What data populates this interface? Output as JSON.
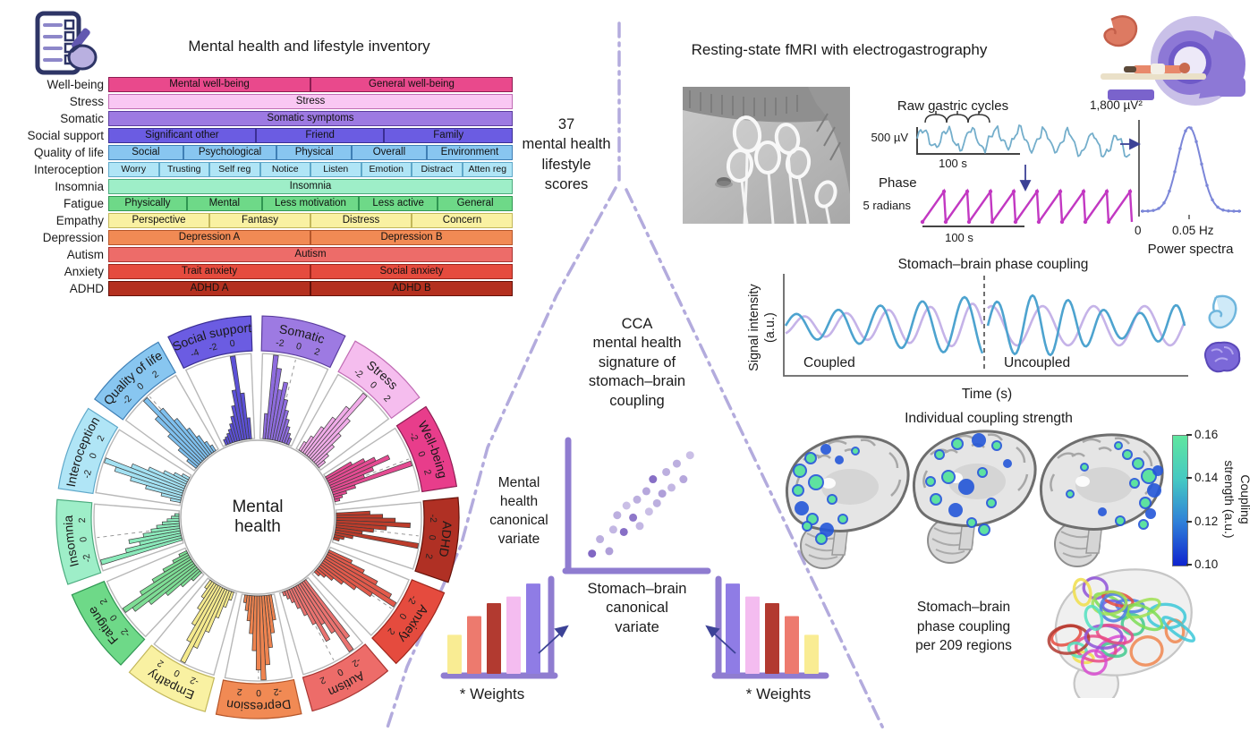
{
  "inventory": {
    "title": "Mental health and lifestyle inventory",
    "rows": [
      {
        "label": "Well-being",
        "color": "#E9498C",
        "border": "#8C1D52",
        "cells": [
          "Mental well-being",
          "General well-being"
        ],
        "spans": [
          1,
          1
        ]
      },
      {
        "label": "Stress",
        "color": "#F9C7F3",
        "border": "#C06CB4",
        "cells": [
          "Stress"
        ],
        "spans": [
          1
        ]
      },
      {
        "label": "Somatic",
        "color": "#9D7AE2",
        "border": "#5B3D9E",
        "cells": [
          "Somatic symptoms"
        ],
        "spans": [
          1
        ]
      },
      {
        "label": "Social support",
        "color": "#6B5CE2",
        "border": "#3B2F94",
        "cells": [
          "Significant other",
          "Friend",
          "Family"
        ],
        "spans": [
          1.15,
          1,
          1
        ]
      },
      {
        "label": "Quality of life",
        "color": "#88C6F0",
        "border": "#3F7FB5",
        "cells": [
          "Social",
          "Psychological",
          "Physical",
          "Overall",
          "Environment"
        ],
        "spans": [
          1,
          1.25,
          1,
          1,
          1.15
        ]
      },
      {
        "label": "Interoception",
        "color": "#B0E5F6",
        "border": "#5FA8C9",
        "cells": [
          "Worry",
          "Trusting",
          "Self reg",
          "Notice",
          "Listen",
          "Emotion",
          "Distract",
          "Atten reg"
        ],
        "spans": [
          1,
          1,
          1,
          1,
          1,
          1,
          1,
          1
        ]
      },
      {
        "label": "Insomnia",
        "color": "#9EEEC8",
        "border": "#4BAB7E",
        "cells": [
          "Insomnia"
        ],
        "spans": [
          1
        ]
      },
      {
        "label": "Fatigue",
        "color": "#6ED988",
        "border": "#2F9652",
        "cells": [
          "Physically",
          "Mental",
          "Less motivation",
          "Less active",
          "General"
        ],
        "spans": [
          1.05,
          1,
          1.3,
          1.05,
          1
        ]
      },
      {
        "label": "Empathy",
        "color": "#F9F1A2",
        "border": "#C2B75A",
        "cells": [
          "Perspective",
          "Fantasy",
          "Distress",
          "Concern"
        ],
        "spans": [
          1,
          1,
          1,
          1
        ]
      },
      {
        "label": "Depression",
        "color": "#F18A54",
        "border": "#B5562A",
        "cells": [
          "Depression A",
          "Depression B"
        ],
        "spans": [
          1,
          1
        ]
      },
      {
        "label": "Autism",
        "color": "#ED6C69",
        "border": "#A83532",
        "cells": [
          "Autism"
        ],
        "spans": [
          1
        ]
      },
      {
        "label": "Anxiety",
        "color": "#E54B3E",
        "border": "#9E261C",
        "cells": [
          "Trait anxiety",
          "Social anxiety"
        ],
        "spans": [
          1,
          1
        ]
      },
      {
        "label": "ADHD",
        "color": "#B4301F",
        "border": "#641109",
        "cells": [
          "ADHD A",
          "ADHD B"
        ],
        "spans": [
          1,
          1
        ]
      }
    ]
  },
  "funnel": {
    "scores_note": "37\nmental health\nlifestyle\nscores"
  },
  "egg": {
    "section_title": "Resting-state fMRI with electrogastrography"
  },
  "coupling": {
    "title": "Stomach–brain phase coupling",
    "ylabel": "Signal intensity\n(a.u.)",
    "xlabel": "Time (s)"
  },
  "individual": {
    "title": "Individual coupling strength",
    "colorbar_ticks": [
      "0.16",
      "0.14",
      "0.12",
      "0.10"
    ],
    "colorbar_label": "Coupling\nstrength (a.u.)"
  },
  "regions": {
    "note": "Stomach–brain\nphase coupling\nper 209 regions"
  },
  "cca": {
    "title": "CCA\nmental health\nsignature of\nstomach–brain\ncoupling",
    "mh_variate": "Mental\nhealth\ncanonical\nvariate",
    "sb_variate": "Stomach–brain\ncanonical\nvariate"
  },
  "chart_data": [
    {
      "id": "mental-health-circular-histogram",
      "type": "bar",
      "subtype": "circular-histogram",
      "center_label": "Mental\nhealth",
      "start_angle_deg": -28,
      "sectors": [
        {
          "name": "Social support",
          "color": "#6B5CE2",
          "bar_color": "#5B50D6",
          "border": "#3B2F94",
          "ticks": [
            "-4",
            "-2",
            "0"
          ],
          "tick_fracs": [
            0.15,
            0.47,
            0.8
          ],
          "zero_frac": 0.8,
          "values": [
            0.07,
            0.09,
            0.12,
            0.16,
            0.22,
            0.3,
            0.42,
            0.6,
            1.0,
            0.55,
            0.25
          ]
        },
        {
          "name": "Somatic",
          "color": "#9D7AE2",
          "bar_color": "#8E6CDE",
          "border": "#5B3D9E",
          "ticks": [
            "-2",
            "0",
            "2"
          ],
          "tick_fracs": [
            0.18,
            0.5,
            0.82
          ],
          "zero_frac": 0.5,
          "values": [
            0.3,
            1.0,
            0.85,
            0.6,
            0.7,
            0.5,
            0.38,
            0.28,
            0.2,
            0.13,
            0.08
          ]
        },
        {
          "name": "Stress",
          "color": "#F5BDEE",
          "bar_color": "#F0ACE8",
          "border": "#C06CB4",
          "ticks": [
            "-2",
            "0",
            "2"
          ],
          "tick_fracs": [
            0.18,
            0.5,
            0.82
          ],
          "zero_frac": 0.5,
          "values": [
            0.12,
            0.22,
            0.38,
            0.55,
            0.75,
            1.0,
            0.65,
            0.45,
            0.3,
            0.18,
            0.1
          ]
        },
        {
          "name": "Well-being",
          "color": "#E83D8B",
          "bar_color": "#E54B92",
          "border": "#8C1D52",
          "ticks": [
            "-2",
            "0",
            "2"
          ],
          "tick_fracs": [
            0.18,
            0.5,
            0.82
          ],
          "zero_frac": 0.5,
          "values": [
            0.35,
            0.5,
            0.62,
            0.78,
            0.55,
            0.42,
            1.0,
            0.28,
            0.16,
            0.1,
            0.06
          ]
        },
        {
          "name": "ADHD",
          "color": "#B03024",
          "bar_color": "#BC3C2B",
          "border": "#641109",
          "ticks": [
            "-2",
            "0",
            "2"
          ],
          "tick_fracs": [
            0.18,
            0.5,
            0.82
          ],
          "zero_frac": 0.5,
          "values": [
            0.4,
            0.55,
            0.7,
            0.88,
            0.6,
            0.45,
            0.32,
            1.0,
            0.22,
            0.12,
            0.07
          ]
        },
        {
          "name": "Anxiety",
          "color": "#E54B3E",
          "bar_color": "#E25A4B",
          "border": "#9E261C",
          "ticks": [
            "-2",
            "0",
            "2"
          ],
          "tick_fracs": [
            0.18,
            0.5,
            0.82
          ],
          "zero_frac": 0.5,
          "values": [
            0.3,
            0.48,
            0.68,
            0.9,
            1.0,
            0.7,
            0.5,
            0.34,
            0.22,
            0.13,
            0.07
          ]
        },
        {
          "name": "Autism",
          "color": "#ED6C69",
          "bar_color": "#EA7370",
          "border": "#A83532",
          "ticks": [
            "-2",
            "0",
            "2"
          ],
          "tick_fracs": [
            0.18,
            0.5,
            0.82
          ],
          "zero_frac": 0.5,
          "values": [
            0.85,
            1.0,
            0.7,
            0.55,
            0.75,
            0.5,
            0.36,
            0.25,
            0.16,
            0.1,
            0.05
          ]
        },
        {
          "name": "Depression",
          "color": "#F18A54",
          "bar_color": "#EF8450",
          "border": "#B5562A",
          "ticks": [
            "-2",
            "0",
            "2"
          ],
          "tick_fracs": [
            0.18,
            0.5,
            0.82
          ],
          "zero_frac": 0.5,
          "values": [
            0.3,
            0.45,
            0.62,
            0.82,
            1.0,
            0.88,
            0.65,
            0.45,
            0.3,
            0.18,
            0.09
          ]
        },
        {
          "name": "Empathy",
          "color": "#F9F1A2",
          "bar_color": "#F5EA8E",
          "border": "#C2B75A",
          "ticks": [
            "-2",
            "0",
            "2"
          ],
          "tick_fracs": [
            0.18,
            0.5,
            0.82
          ],
          "zero_frac": 0.5,
          "values": [
            0.1,
            0.2,
            0.35,
            0.55,
            0.78,
            1.0,
            0.75,
            0.55,
            0.36,
            0.22,
            0.11
          ]
        },
        {
          "name": "Fatigue",
          "color": "#6ED988",
          "bar_color": "#7EDD95",
          "border": "#2F9652",
          "ticks": [
            "-2",
            "0",
            "2"
          ],
          "tick_fracs": [
            0.18,
            0.5,
            0.82
          ],
          "zero_frac": 0.5,
          "values": [
            0.14,
            0.28,
            0.48,
            0.7,
            0.9,
            1.0,
            0.72,
            0.52,
            0.35,
            0.2,
            0.1
          ]
        },
        {
          "name": "Insomnia",
          "color": "#9EEEC8",
          "bar_color": "#8BEABB",
          "border": "#4BAB7E",
          "ticks": [
            "-2",
            "0",
            "2"
          ],
          "tick_fracs": [
            0.18,
            0.5,
            0.82
          ],
          "zero_frac": 0.5,
          "values": [
            1.0,
            0.68,
            0.5,
            0.62,
            0.44,
            0.34,
            0.27,
            0.2,
            0.14,
            0.09,
            0.05
          ]
        },
        {
          "name": "Interoception",
          "color": "#B0E5F6",
          "bar_color": "#A3E1F2",
          "border": "#5FA8C9",
          "ticks": [
            "-2",
            "0",
            "2"
          ],
          "tick_fracs": [
            0.18,
            0.5,
            0.82
          ],
          "zero_frac": 0.5,
          "values": [
            0.12,
            0.24,
            0.44,
            0.64,
            0.85,
            1.0,
            0.68,
            0.48,
            0.3,
            0.18,
            0.09
          ]
        },
        {
          "name": "Quality of life",
          "color": "#88C6F0",
          "bar_color": "#7FC0EE",
          "border": "#3F7FB5",
          "ticks": [
            "-2",
            "0",
            "2"
          ],
          "tick_fracs": [
            0.18,
            0.5,
            0.82
          ],
          "zero_frac": 0.5,
          "values": [
            0.14,
            0.3,
            0.5,
            0.75,
            1.0,
            0.78,
            0.58,
            0.4,
            0.26,
            0.15,
            0.08
          ]
        }
      ]
    },
    {
      "id": "cca-scatter",
      "type": "scatter",
      "xlabel": "Stomach–brain canonical variate",
      "ylabel": "Mental health canonical variate",
      "dot_color": "#7A5FC0",
      "axis_color": "#8F7CD0",
      "x": [
        0.14,
        0.2,
        0.27,
        0.3,
        0.33,
        0.38,
        0.4,
        0.45,
        0.48,
        0.5,
        0.55,
        0.57,
        0.6,
        0.63,
        0.67,
        0.7,
        0.74,
        0.78,
        0.83,
        0.88
      ],
      "y": [
        0.1,
        0.22,
        0.12,
        0.3,
        0.42,
        0.28,
        0.5,
        0.4,
        0.55,
        0.33,
        0.62,
        0.45,
        0.72,
        0.52,
        0.6,
        0.78,
        0.65,
        0.85,
        0.72,
        0.92
      ],
      "opacity": [
        0.95,
        0.5,
        0.6,
        0.45,
        0.5,
        0.9,
        0.4,
        0.85,
        0.5,
        0.45,
        0.55,
        0.4,
        0.9,
        0.5,
        0.6,
        0.5,
        0.45,
        0.5,
        0.55,
        0.4
      ]
    },
    {
      "id": "weights-mental-health",
      "type": "bar",
      "label": "* Weights",
      "axis_side": "right",
      "axis_color": "#8F7CD0",
      "values": [
        0.42,
        0.62,
        0.76,
        0.83,
        0.97
      ],
      "colors": [
        "#F9EC93",
        "#ED7A6E",
        "#B23A30",
        "#F4BCF0",
        "#8F7CE5"
      ]
    },
    {
      "id": "weights-stomach-brain",
      "type": "bar",
      "label": "* Weights",
      "axis_side": "left",
      "axis_color": "#8F7CD0",
      "values": [
        0.97,
        0.83,
        0.76,
        0.62,
        0.42
      ],
      "colors": [
        "#8F7CE5",
        "#F4BCF0",
        "#B23A30",
        "#ED7A6E",
        "#F9EC93"
      ]
    },
    {
      "id": "gastric-power-spectrum",
      "type": "line",
      "title": "Power spectra",
      "peak_label": "1,800 µV²",
      "peak_hz": 0.05,
      "xticks": [
        "0",
        "0.05 Hz"
      ],
      "line_color": "#7B86D8"
    },
    {
      "id": "stomach-brain-coupling-waves",
      "type": "line",
      "segments": [
        "Coupled",
        "Uncoupled"
      ],
      "series": [
        {
          "name": "stomach-signal",
          "color": "#C5B3E8"
        },
        {
          "name": "brain-signal",
          "color": "#4DA3CF"
        }
      ],
      "xlabel": "Time (s)",
      "ylabel": "Signal intensity (a.u.)"
    },
    {
      "id": "raw-gastric-cycles",
      "type": "line",
      "title": "Raw gastric cycles",
      "scale_y": "500 µV",
      "scale_x": "100 s",
      "line_color": "#74AECB"
    },
    {
      "id": "gastric-phase",
      "type": "line",
      "title": "Phase",
      "scale_y": "5 radians",
      "scale_x": "100 s",
      "line_color": "#C238C2"
    }
  ]
}
